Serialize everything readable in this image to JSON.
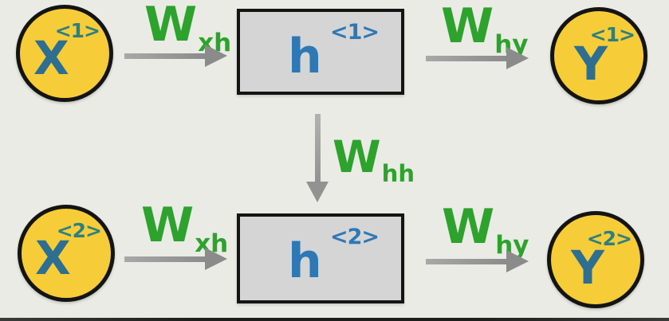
{
  "diagram": {
    "title": "unrolled-rnn-two-timesteps",
    "colors": {
      "background": "#e9ebe4",
      "node_fill_yellow": "#f6cd38",
      "node_border_black": "#141414",
      "box_fill_gray": "#d5d5d5",
      "letter_teal_blue": "#2e6f91",
      "superscript_teal": "#2e8080",
      "hidden_letter_blue": "#2e79b5",
      "weight_green": "#2da22d",
      "arrow_gray": "#8b8b8b"
    },
    "nodes": [
      {
        "id": "x1",
        "label": "X",
        "superscript": "<1>",
        "shape": "circle"
      },
      {
        "id": "h1",
        "label": "h",
        "superscript": "<1>",
        "shape": "rectangle"
      },
      {
        "id": "y1",
        "label": "Y",
        "superscript": "<1>",
        "shape": "circle"
      },
      {
        "id": "x2",
        "label": "X",
        "superscript": "<2>",
        "shape": "circle"
      },
      {
        "id": "h2",
        "label": "h",
        "superscript": "<2>",
        "shape": "rectangle"
      },
      {
        "id": "y2",
        "label": "Y",
        "superscript": "<2>",
        "shape": "circle"
      }
    ],
    "edges": [
      {
        "from": "x1",
        "to": "h1",
        "label": "W",
        "subscript": "xh",
        "direction": "right"
      },
      {
        "from": "h1",
        "to": "y1",
        "label": "W",
        "subscript": "hy",
        "direction": "right"
      },
      {
        "from": "h1",
        "to": "h2",
        "label": "W",
        "subscript": "hh",
        "direction": "down"
      },
      {
        "from": "x2",
        "to": "h2",
        "label": "W",
        "subscript": "xh",
        "direction": "right"
      },
      {
        "from": "h2",
        "to": "y2",
        "label": "W",
        "subscript": "hy",
        "direction": "right"
      }
    ]
  }
}
